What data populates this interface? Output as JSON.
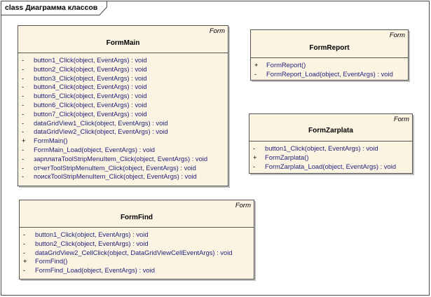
{
  "frame": {
    "title": "class Диаграмма классов"
  },
  "classes": {
    "formmain": {
      "stereotype": "Form",
      "name": "FormMain",
      "operations": [
        {
          "vis": "-",
          "sig": "button1_Click(object, EventArgs) : void"
        },
        {
          "vis": "-",
          "sig": "button2_Click(object, EventArgs) : void"
        },
        {
          "vis": "-",
          "sig": "button3_Click(object, EventArgs) : void"
        },
        {
          "vis": "-",
          "sig": "button4_Click(object, EventArgs) : void"
        },
        {
          "vis": "-",
          "sig": "button5_Click(object, EventArgs) : void"
        },
        {
          "vis": "-",
          "sig": "button6_Click(object, EventArgs) : void"
        },
        {
          "vis": "-",
          "sig": "button7_Click(object, EventArgs) : void"
        },
        {
          "vis": "-",
          "sig": "dataGridView1_Click(object, EventArgs) : void"
        },
        {
          "vis": "-",
          "sig": "dataGridView2_Click(object, EventArgs) : void"
        },
        {
          "vis": "+",
          "sig": "FormMain()"
        },
        {
          "vis": "-",
          "sig": "FormMain_Load(object, EventArgs) : void"
        },
        {
          "vis": "-",
          "sig": "зарплатаToolStripMenuItem_Click(object, EventArgs) : void"
        },
        {
          "vis": "-",
          "sig": "отчетToolStripMenuItem_Click(object, EventArgs) : void"
        },
        {
          "vis": "-",
          "sig": "поискToolStripMenuItem_Click(object, EventArgs) : void"
        }
      ]
    },
    "formreport": {
      "stereotype": "Form",
      "name": "FormReport",
      "operations": [
        {
          "vis": "+",
          "sig": "FormReport()"
        },
        {
          "vis": "-",
          "sig": "FormReport_Load(object, EventArgs) : void"
        }
      ]
    },
    "formzarplata": {
      "stereotype": "Form",
      "name": "FormZarplata",
      "operations": [
        {
          "vis": "-",
          "sig": "button1_Click(object, EventArgs) : void"
        },
        {
          "vis": "+",
          "sig": "FormZarplata()"
        },
        {
          "vis": "-",
          "sig": "FormZarplata_Load(object, EventArgs) : void"
        }
      ]
    },
    "formfind": {
      "stereotype": "Form",
      "name": "FormFind",
      "operations": [
        {
          "vis": "-",
          "sig": "button1_Click(object, EventArgs) : void"
        },
        {
          "vis": "-",
          "sig": "button2_Click(object, EventArgs) : void"
        },
        {
          "vis": "-",
          "sig": "dataGridView2_CellClick(object, DataGridViewCellEventArgs) : void"
        },
        {
          "vis": "+",
          "sig": "FormFind()"
        },
        {
          "vis": "-",
          "sig": "FormFind_Load(object, EventArgs) : void"
        }
      ]
    }
  }
}
